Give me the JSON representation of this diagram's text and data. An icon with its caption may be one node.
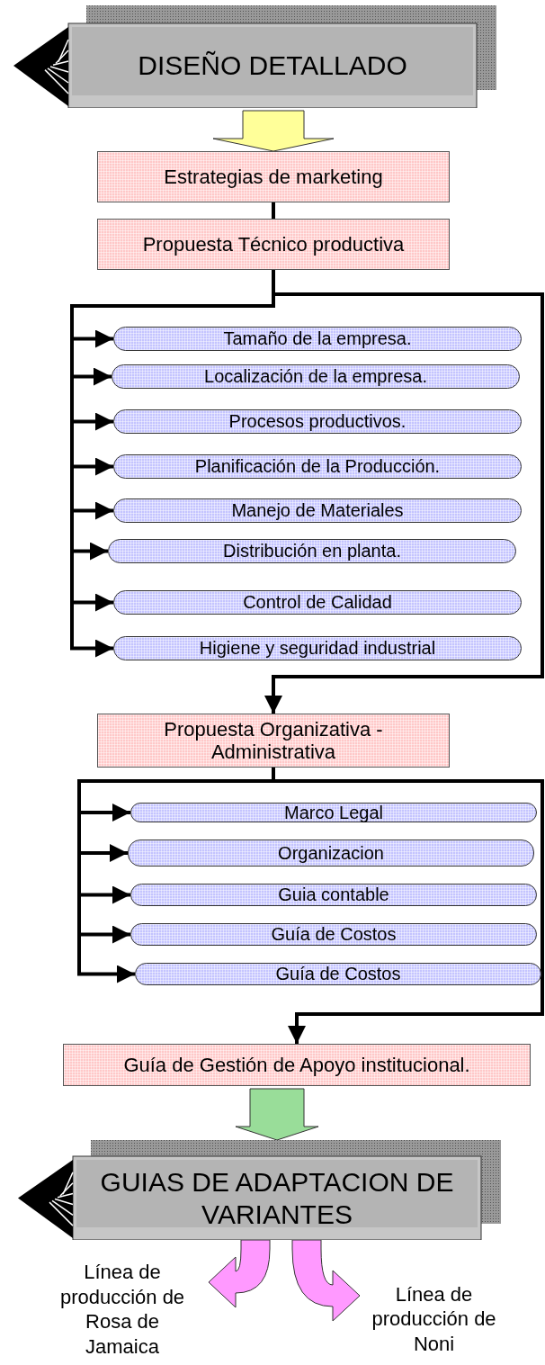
{
  "diagram": {
    "nodes": [
      {
        "text": [
          "DISEÑO DETALLADO"
        ]
      },
      {
        "text": [
          "Estrategias de marketing"
        ]
      },
      {
        "text": [
          "Propuesta Técnico productiva"
        ]
      },
      {
        "text": [
          "Tamaño de la empresa."
        ]
      },
      {
        "text": [
          "Localización de la empresa."
        ]
      },
      {
        "text": [
          "Procesos productivos."
        ]
      },
      {
        "text": [
          "Planificación de la Producción."
        ]
      },
      {
        "text": [
          "Manejo de Materiales"
        ]
      },
      {
        "text": [
          "Distribución en planta."
        ]
      },
      {
        "text": [
          "Control de Calidad"
        ]
      },
      {
        "text": [
          "Higiene y seguridad industrial"
        ]
      },
      {
        "text": [
          "Propuesta  Organizativa - Administrativa"
        ]
      },
      {
        "text": [
          "Marco Legal"
        ]
      },
      {
        "text": [
          "Organizacion"
        ]
      },
      {
        "text": [
          "Guia contable"
        ]
      },
      {
        "text": [
          "Guía de Costos"
        ]
      },
      {
        "text": [
          "Guía de Costos"
        ]
      },
      {
        "text": [
          "Guía de Gestión de Apoyo institucional."
        ]
      },
      {
        "text": [
          "GUIAS DE ADAPTACION DE VARIANTES"
        ]
      },
      {
        "text": [
          "Línea de producción de Rosa de Jamaica"
        ]
      },
      {
        "text": [
          "Línea de producción de Noni"
        ]
      }
    ],
    "edges": [
      {
        "from": 0,
        "to": 1,
        "arrow": "to",
        "style": "thick",
        "color": "#ffff99"
      },
      {
        "from": 1,
        "to": 2,
        "arrow": "none"
      },
      {
        "from": 2,
        "to": 3,
        "arrow": "to"
      },
      {
        "from": 2,
        "to": 4,
        "arrow": "to"
      },
      {
        "from": 2,
        "to": 5,
        "arrow": "to"
      },
      {
        "from": 2,
        "to": 6,
        "arrow": "to"
      },
      {
        "from": 2,
        "to": 7,
        "arrow": "to"
      },
      {
        "from": 2,
        "to": 8,
        "arrow": "to"
      },
      {
        "from": 2,
        "to": 9,
        "arrow": "to"
      },
      {
        "from": 2,
        "to": 10,
        "arrow": "to"
      },
      {
        "from": 2,
        "to": 11,
        "arrow": "to"
      },
      {
        "from": 11,
        "to": 12,
        "arrow": "to"
      },
      {
        "from": 11,
        "to": 13,
        "arrow": "to"
      },
      {
        "from": 11,
        "to": 14,
        "arrow": "to"
      },
      {
        "from": 11,
        "to": 15,
        "arrow": "to"
      },
      {
        "from": 11,
        "to": 16,
        "arrow": "to"
      },
      {
        "from": 11,
        "to": 17,
        "arrow": "to"
      },
      {
        "from": 17,
        "to": 18,
        "arrow": "to",
        "style": "thick",
        "color": "#99dd99"
      },
      {
        "from": 18,
        "to": 19,
        "arrow": "to",
        "style": "thick",
        "color": "#ff99ff"
      },
      {
        "from": 18,
        "to": 20,
        "arrow": "to",
        "style": "thick",
        "color": "#ff99ff"
      }
    ]
  }
}
